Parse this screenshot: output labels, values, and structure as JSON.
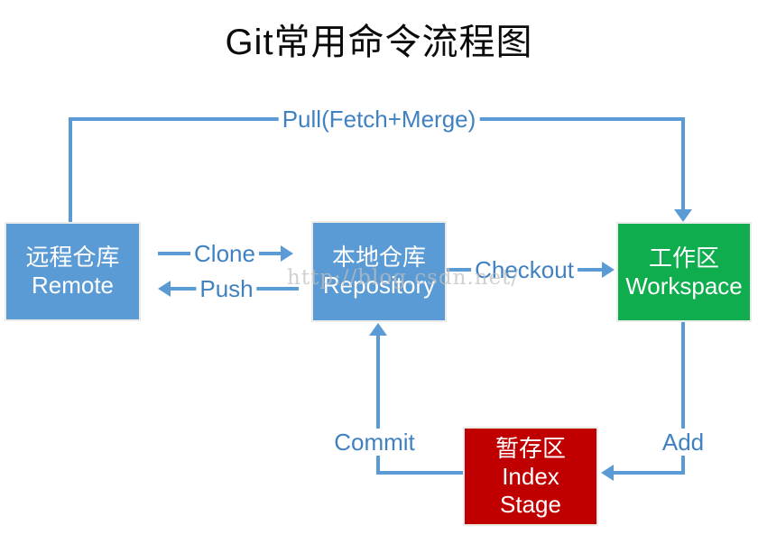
{
  "title": "Git常用命令流程图",
  "watermark": "http://blog.csdn.net/",
  "colors": {
    "line": "#5b9bd5",
    "label": "#4081c2",
    "blue": "#5b9bd5",
    "green": "#0fad4e",
    "red": "#c00000",
    "border": "#ebebea",
    "boxtext": "#ffffff",
    "title": "#0a0a0a",
    "watermark": "#bfbfbf"
  },
  "nodes": {
    "remote": {
      "zh": "远程仓库",
      "en": "Remote"
    },
    "repository": {
      "zh": "本地仓库",
      "en": "Repository"
    },
    "workspace": {
      "zh": "工作区",
      "en": "Workspace"
    },
    "index": {
      "zh": "暂存区",
      "en1": "Index",
      "en2": "Stage"
    }
  },
  "edges": {
    "pull": "Pull(Fetch+Merge)",
    "clone": "Clone",
    "push": "Push",
    "checkout": "Checkout",
    "commit": "Commit",
    "add": "Add"
  }
}
